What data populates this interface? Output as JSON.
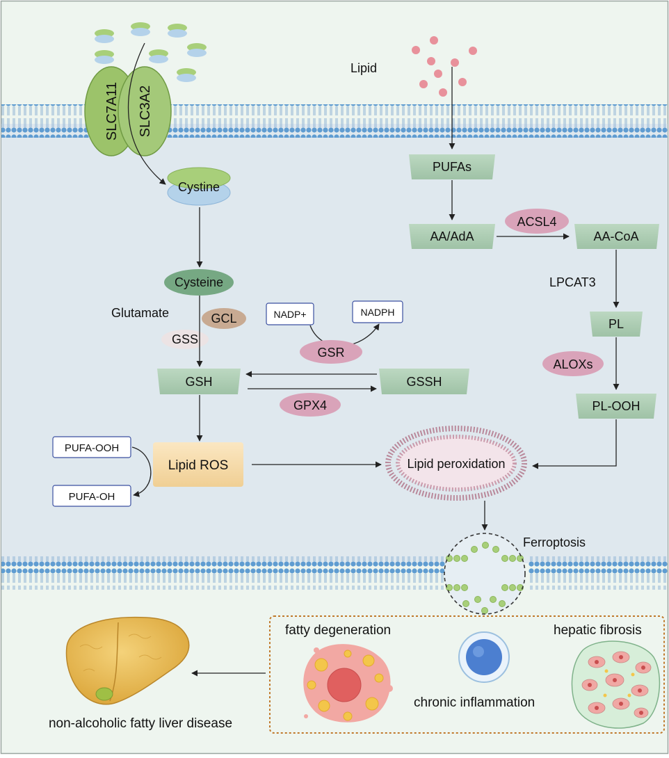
{
  "labels": {
    "slc7a11": "SLC7A11",
    "slc3a2": "SLC3A2",
    "cystine": "Cystine",
    "cysteine": "Cysteine",
    "glutamate": "Glutamate",
    "gcl": "GCL",
    "gss": "GSS",
    "gsh": "GSH",
    "nadp_plus": "NADP+",
    "nadph": "NADPH",
    "gsr": "GSR",
    "gssh": "GSSH",
    "gpx4": "GPX4",
    "pufa_ooh": "PUFA-OOH",
    "pufa_oh": "PUFA-OH",
    "lipid_ros": "Lipid ROS",
    "lipid_peroxidation": "Lipid peroxidation",
    "lipid": "Lipid",
    "pufas": "PUFAs",
    "aa_ada": "AA/AdA",
    "acsl4": "ACSL4",
    "aa_coa": "AA-CoA",
    "lpcat3": "LPCAT3",
    "pl": "PL",
    "aloxs": "ALOXs",
    "pl_ooh": "PL-OOH",
    "ferroptosis": "Ferroptosis",
    "fatty_degeneration": "fatty degeneration",
    "chronic_inflammation": "chronic inflammation",
    "hepatic_fibrosis": "hepatic fibrosis",
    "nafld": "non-alcoholic fatty liver disease"
  },
  "colors": {
    "cytoplasm": "#dfe8ee",
    "extracellular": "#eef5ef",
    "membrane_head": "#5f9cd1",
    "box_green": "#a9cbb0",
    "enzyme_pink": "#d9a3b9",
    "transporter_green": "#9cc36a",
    "lipid_ros": "#f6dcaa",
    "dash_orange": "#c0782a",
    "pink_dot": "#e8919b"
  }
}
